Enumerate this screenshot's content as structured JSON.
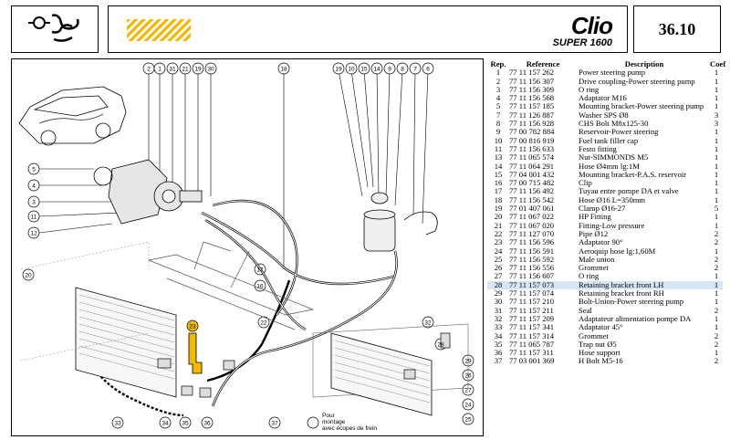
{
  "header": {
    "code": "36.10",
    "brand_main": "Clio",
    "brand_sub": "SUPER 1600"
  },
  "diagram": {
    "callouts": [
      "2",
      "1",
      "31",
      "21",
      "19",
      "30",
      "18",
      "19",
      "10",
      "15",
      "14",
      "9",
      "8",
      "7",
      "6",
      "5",
      "4",
      "3",
      "11",
      "12",
      "20",
      "17",
      "16",
      "22",
      "23",
      "32",
      "28",
      "29",
      "26",
      "27",
      "24",
      "25",
      "33",
      "34",
      "35",
      "36",
      "37"
    ],
    "caption": [
      "Pour",
      "montage",
      "avec écopes de frein"
    ]
  },
  "table": {
    "headers": {
      "rep": "Rep.",
      "ref": "Reference",
      "desc": "Description",
      "coef": "Coef"
    },
    "rows": [
      {
        "rep": "1",
        "ref": "77 11 157 262",
        "desc": "Power steering pump",
        "coef": "1"
      },
      {
        "rep": "2",
        "ref": "77 11 156 307",
        "desc": "Drive coupling-Power steering pump",
        "coef": "1"
      },
      {
        "rep": "3",
        "ref": "77 11 156 309",
        "desc": "O ring",
        "coef": "1"
      },
      {
        "rep": "4",
        "ref": "77 11 156 568",
        "desc": "Adaptator M16",
        "coef": "1"
      },
      {
        "rep": "5",
        "ref": "77 11 157 185",
        "desc": "Mounting bracket-Power steering pump",
        "coef": "1"
      },
      {
        "rep": "7",
        "ref": "77 11 126 887",
        "desc": "Washer SPS Ø8",
        "coef": "3"
      },
      {
        "rep": "8",
        "ref": "77 11 156 928",
        "desc": "CHS Bolt M8x125-30",
        "coef": "3"
      },
      {
        "rep": "9",
        "ref": "77 00 782 884",
        "desc": "Reservoir-Power steering",
        "coef": "1"
      },
      {
        "rep": "10",
        "ref": "77 00 816 919",
        "desc": "Fuel tank filler cap",
        "coef": "1"
      },
      {
        "rep": "11",
        "ref": "77 11 156 633",
        "desc": "Festo fitting",
        "coef": "1"
      },
      {
        "rep": "13",
        "ref": "77 11 065 574",
        "desc": "Nut-SIMMONDS M5",
        "coef": "1"
      },
      {
        "rep": "14",
        "ref": "77 11 064 291",
        "desc": "Hose Ø4mm lg:1M",
        "coef": "1"
      },
      {
        "rep": "15",
        "ref": "77 04 001 432",
        "desc": "Mounting bracket-P.A.S. reservoir",
        "coef": "1"
      },
      {
        "rep": "16",
        "ref": "77 00 715 482",
        "desc": "Clip",
        "coef": "1"
      },
      {
        "rep": "17",
        "ref": "77 11 156 492",
        "desc": "Tuyau entre pompe DA et valve",
        "coef": "1"
      },
      {
        "rep": "18",
        "ref": "77 11 156 542",
        "desc": "Hose Ø16 L=350mm",
        "coef": "1"
      },
      {
        "rep": "19",
        "ref": "77 01 407 061",
        "desc": "Clamp Ø16-27",
        "coef": "5"
      },
      {
        "rep": "20",
        "ref": "77 11 067 022",
        "desc": "HP Fitting",
        "coef": "1"
      },
      {
        "rep": "21",
        "ref": "77 11 067 020",
        "desc": "Fitting-Low pressure",
        "coef": "1"
      },
      {
        "rep": "22",
        "ref": "77 11 127 070",
        "desc": "Pipe Ø12",
        "coef": "2"
      },
      {
        "rep": "23",
        "ref": "77 11 156 596",
        "desc": "Adaptator 90°",
        "coef": "2"
      },
      {
        "rep": "24",
        "ref": "77 11 156 591",
        "desc": "Aeroquip hose lg:1,60M",
        "coef": "1"
      },
      {
        "rep": "25",
        "ref": "77 11 156 592",
        "desc": "Male union",
        "coef": "2"
      },
      {
        "rep": "26",
        "ref": "77 11 156 556",
        "desc": "Grommet",
        "coef": "2"
      },
      {
        "rep": "27",
        "ref": "77 11 156 607",
        "desc": "O ring",
        "coef": "1"
      },
      {
        "rep": "28",
        "ref": "77 11 157 073",
        "desc": "Retaining bracket front LH",
        "coef": "1"
      },
      {
        "rep": "29",
        "ref": "77 11 157 074",
        "desc": "Retaining bracket front RH",
        "coef": "1"
      },
      {
        "rep": "30",
        "ref": "77 11 157 210",
        "desc": "Bolt-Union-Power steering pump",
        "coef": "1"
      },
      {
        "rep": "31",
        "ref": "77 11 157 211",
        "desc": "Seal",
        "coef": "2"
      },
      {
        "rep": "32",
        "ref": "77 11 157 209",
        "desc": "Adaptateur alimentation pompe DA",
        "coef": "1"
      },
      {
        "rep": "33",
        "ref": "77 11 157 341",
        "desc": "Adaptator 45°",
        "coef": "1"
      },
      {
        "rep": "34",
        "ref": "77 11 157 314",
        "desc": "Grommet",
        "coef": "2"
      },
      {
        "rep": "35",
        "ref": "77 11 065 787",
        "desc": "Trap nut Ø5",
        "coef": "2"
      },
      {
        "rep": "36",
        "ref": "77 11 157 311",
        "desc": "Hose support",
        "coef": "1"
      },
      {
        "rep": "37",
        "ref": "77 03 001 369",
        "desc": "H Bolt M5-16",
        "coef": "2"
      }
    ],
    "highlight_rep": "28",
    "highlight_color": "#d6e6f5"
  },
  "colors": {
    "accent": "#f5b800"
  }
}
